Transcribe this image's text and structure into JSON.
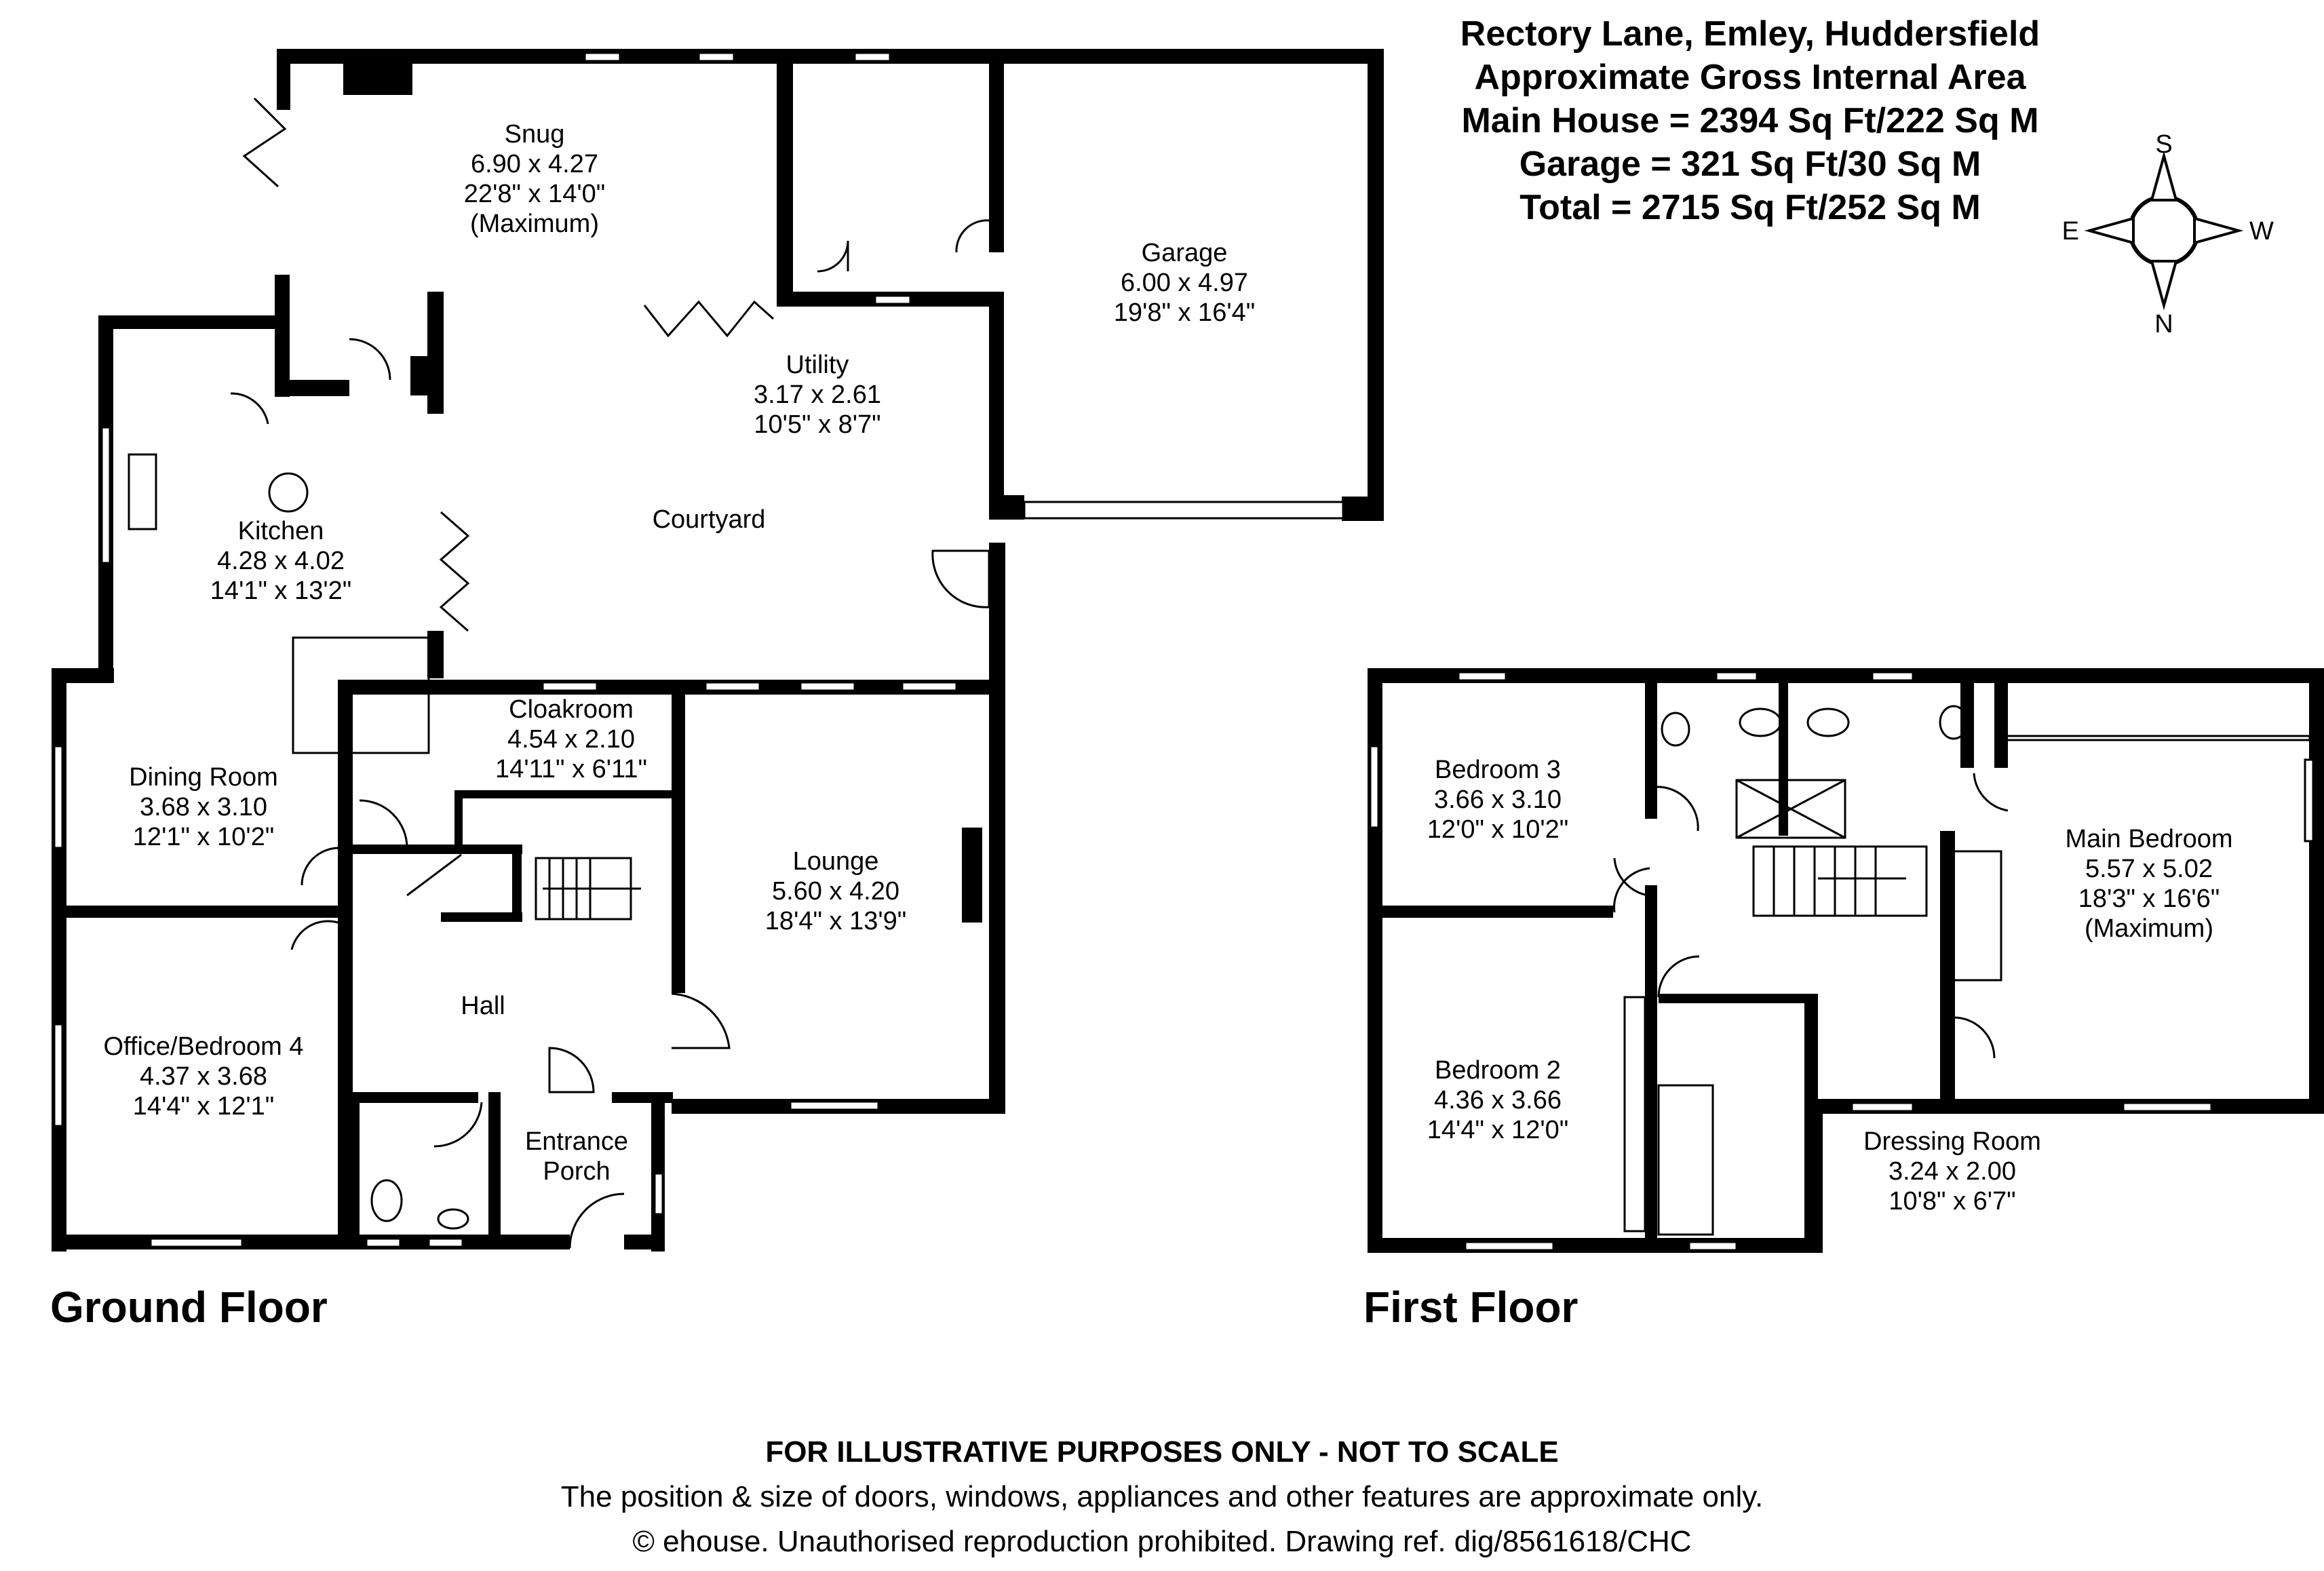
{
  "header": {
    "address": "Rectory Lane, Emley, Huddersfield",
    "area_title": "Approximate Gross Internal Area",
    "main_house": "Main House = 2394 Sq Ft/222 Sq M",
    "garage": "Garage = 321 Sq Ft/30 Sq M",
    "total": "Total = 2715 Sq Ft/252 Sq M"
  },
  "compass": {
    "north": "N",
    "south": "S",
    "east": "E",
    "west": "W"
  },
  "floors": {
    "ground": "Ground Floor",
    "first": "First Floor"
  },
  "rooms": {
    "snug": [
      "Snug",
      "6.90 x 4.27",
      "22'8\" x 14'0\"",
      "(Maximum)"
    ],
    "garage": [
      "Garage",
      "6.00 x 4.97",
      "19'8\" x 16'4\""
    ],
    "utility": [
      "Utility",
      "3.17 x 2.61",
      "10'5\" x 8'7\""
    ],
    "courtyard": [
      "Courtyard"
    ],
    "kitchen": [
      "Kitchen",
      "4.28 x 4.02",
      "14'1\" x 13'2\""
    ],
    "cloakroom": [
      "Cloakroom",
      "4.54 x 2.10",
      "14'11\" x 6'11\""
    ],
    "dining": [
      "Dining Room",
      "3.68 x 3.10",
      "12'1\" x 10'2\""
    ],
    "lounge": [
      "Lounge",
      "5.60 x 4.20",
      "18'4\" x 13'9\""
    ],
    "hall": [
      "Hall"
    ],
    "office": [
      "Office/Bedroom 4",
      "4.37 x 3.68",
      "14'4\" x 12'1\""
    ],
    "porch": [
      "Entrance",
      "Porch"
    ],
    "bedroom3": [
      "Bedroom 3",
      "3.66 x 3.10",
      "12'0\" x 10'2\""
    ],
    "main_bed": [
      "Main  Bedroom",
      "5.57 x 5.02",
      "18'3\" x 16'6\"",
      "(Maximum)"
    ],
    "bedroom2": [
      "Bedroom 2",
      "4.36 x 3.66",
      "14'4\" x 12'0\""
    ],
    "dressing": [
      "Dressing Room",
      "3.24 x 2.00",
      "10'8\" x 6'7\""
    ]
  },
  "footer": {
    "disclaimer": "FOR ILLUSTRATIVE PURPOSES ONLY - NOT TO SCALE",
    "approx": "The position & size of doors, windows, appliances and other features are approximate only.",
    "copyright": "© ehouse. Unauthorised reproduction prohibited. Drawing ref. dig/8561618/CHC"
  }
}
